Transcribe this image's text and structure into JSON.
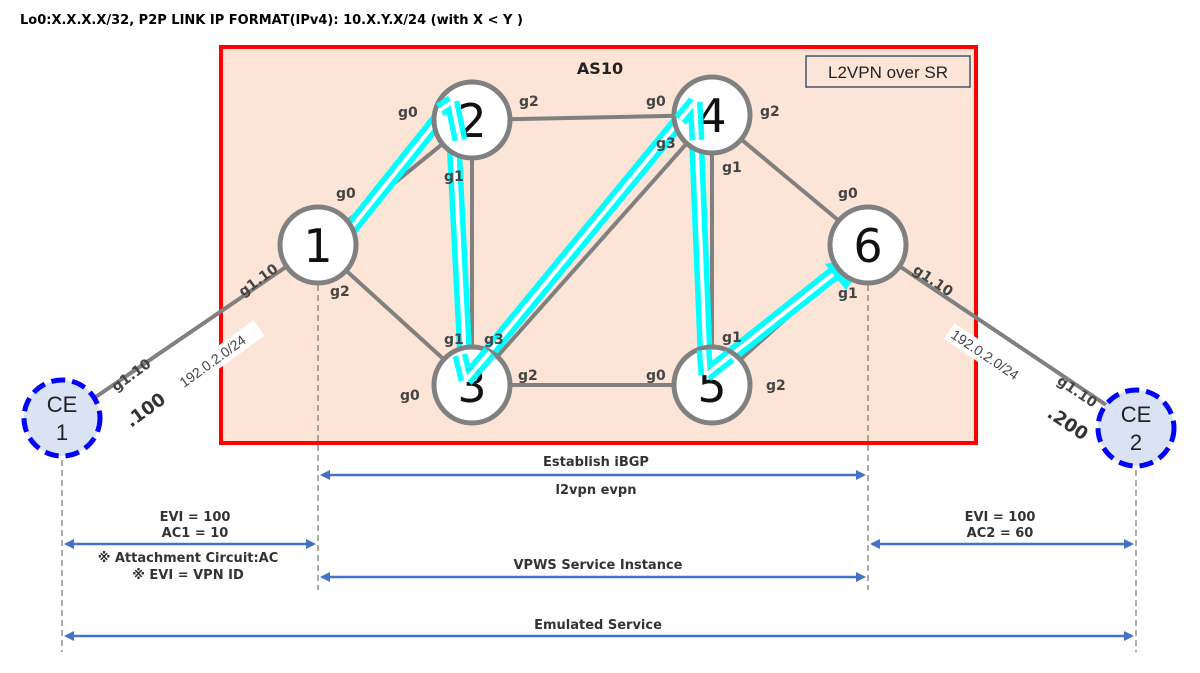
{
  "header": {
    "title": "Lo0:X.X.X.X/32, P2P LINK IP FORMAT(IPv4): 10.X.Y.X/24 (with X < Y )"
  },
  "as_box": {
    "label": "AS10",
    "legend": "L2VPN over SR",
    "fill": "#fce4d6",
    "border": "#ff0000"
  },
  "colors": {
    "link": "#808080",
    "path": "#00ffff",
    "arrow": "#4472c4",
    "ce_fill": "#dae3f3",
    "ce_border": "#0000ff"
  },
  "routers": [
    {
      "id": "1"
    },
    {
      "id": "2"
    },
    {
      "id": "3"
    },
    {
      "id": "4"
    },
    {
      "id": "5"
    },
    {
      "id": "6"
    }
  ],
  "ce": [
    {
      "line1": "CE",
      "line2": "1"
    },
    {
      "line1": "CE",
      "line2": "2"
    }
  ],
  "interfaces": {
    "r1_g0": "g0",
    "r1_g2": "g2",
    "r1_g1_10": "g1.10",
    "r2_g0": "g0",
    "r2_g2": "g2",
    "r2_g1": "g1",
    "r3_g0": "g0",
    "r3_g2": "g2",
    "r3_g1": "g1",
    "r3_g3": "g3",
    "r4_g0": "g0",
    "r4_g2": "g2",
    "r4_g1": "g1",
    "r4_g3": "g3",
    "r5_g0": "g0",
    "r5_g2": "g2",
    "r5_g1": "g1",
    "r6_g0": "g0",
    "r6_g1": "g1",
    "r6_g1_10": "g1.10",
    "ce1_g1_10": "g1.10",
    "ce2_g1_10": "g1.10"
  },
  "subnets": {
    "left": "192.0.2.0/24",
    "right": "192.0.2.0/24"
  },
  "hosts": {
    "ce1": ".100",
    "ce2": ".200"
  },
  "spans": {
    "ibgp_top": "Establish iBGP",
    "ibgp_bottom": "l2vpn evpn",
    "left_evi": "EVI = 100",
    "left_ac": "AC1 = 10",
    "note1": "※ Attachment Circuit:AC",
    "note2": "※ EVI = VPN ID",
    "right_evi": "EVI = 100",
    "right_ac": "AC2 = 60",
    "vpws": "VPWS Service Instance",
    "emulated": "Emulated Service"
  }
}
